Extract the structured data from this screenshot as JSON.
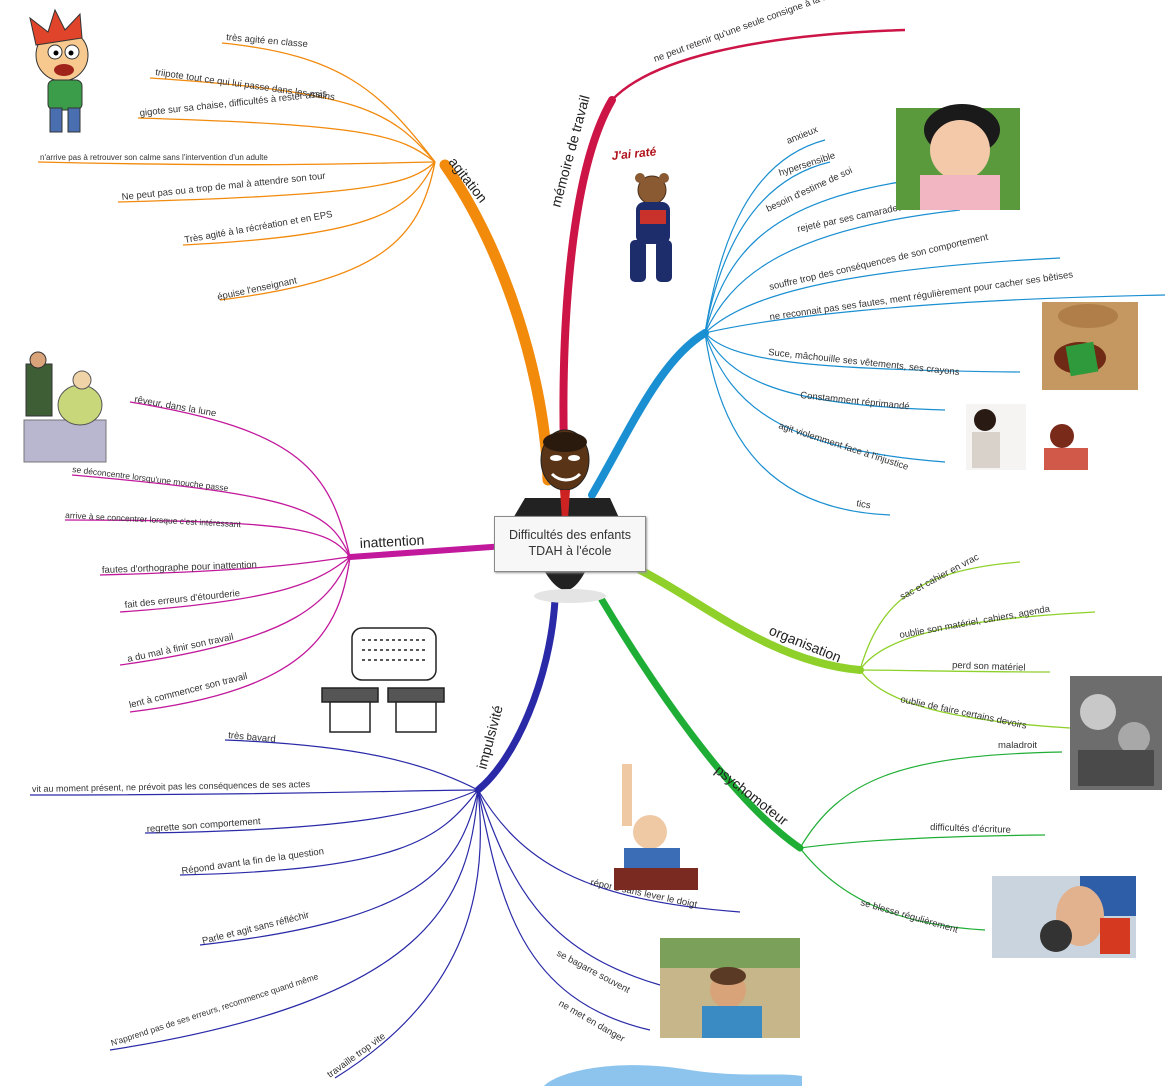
{
  "center": {
    "line1": "Difficultés des enfants",
    "line2": "TDAH à l'école"
  },
  "branches": {
    "agitation": {
      "label": "agitation",
      "color": "#f28a0c",
      "leaves": [
        "très agité en classe",
        "triipote tout ce qui lui passe dans les mains",
        "gigote sur sa chaise, difficultés à rester assis",
        "n'arrive pas à retrouver son calme sans l'intervention d'un adulte",
        "Ne peut pas ou a trop de mal à attendre son tour",
        "Très agité à la récréation et en EPS",
        "épuise l'enseignant"
      ]
    },
    "memoire": {
      "label": "mémoire de travail",
      "color": "#cc1446",
      "leaves": [
        "ne peut retenir qu'une seule consigne à la fois"
      ]
    },
    "emotions": {
      "color": "#1a8fd1",
      "leaves": [
        "anxieux",
        "hypersensible",
        "besoin d'estime de soi",
        "rejeté par ses camarades",
        "souffre trop des conséquences de son comportement",
        "ne reconnait pas ses fautes, ment régulièrement pour cacher ses bêtises",
        "Suce, mâchouille ses vêtements, ses crayons",
        "Constamment réprimandé",
        "agit violemment face à l'injustice",
        "tics"
      ]
    },
    "inattention": {
      "label": "inattention",
      "color": "#c2189c",
      "leaves": [
        "rêveur, dans la lune",
        "se déconcentre lorsqu'une mouche passe",
        "arrive à se concentrer lorsque c'est intéressant",
        "fautes d'orthographe pour inattention",
        "fait des erreurs d'étourderie",
        "a du mal à finir son travail",
        "lent à commencer son travail"
      ]
    },
    "organisation": {
      "label": "organisation",
      "color": "#8fd12a",
      "leaves": [
        "sac et cahier en vrac",
        "oublie son matériel, cahiers, agenda",
        "perd son matériel",
        "oublie de faire certains devoirs"
      ]
    },
    "impulsivite": {
      "label": "impulsivité",
      "color": "#2a2aa8",
      "leaves": [
        "très bavard",
        "vit au moment présent, ne prévoit pas les conséquences de ses actes",
        "regrette son comportement",
        "Répond avant la fin de la question",
        "Parle et agit sans réfléchir",
        "N'apprend pas de ses erreurs, recommence quand même",
        "travaille trop vite",
        "répond sans lever le doigt",
        "se bagarre souvent",
        "ne met en danger"
      ]
    },
    "psychomoteur": {
      "label": "psychomoteur",
      "color": "#1fae35",
      "leaves": [
        "maladroit",
        "difficultés d'écriture",
        "se blesse régulièrement"
      ]
    }
  },
  "sticker_text": "J'ai raté"
}
